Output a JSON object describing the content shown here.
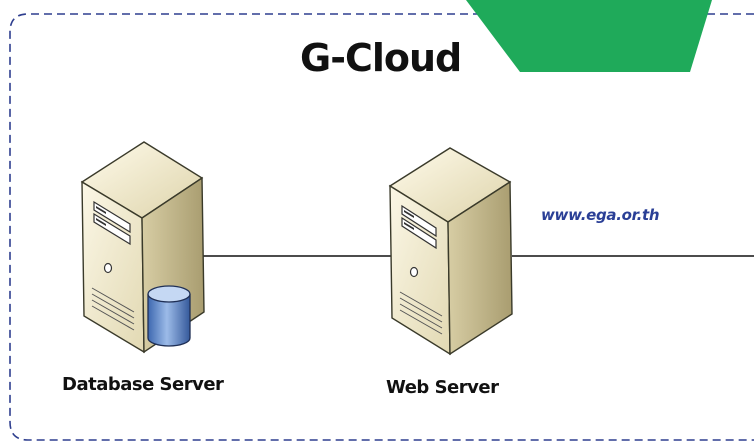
{
  "diagram": {
    "title": "G-Cloud",
    "nodes": {
      "database_server": {
        "label": "Database Server"
      },
      "web_server": {
        "label": "Web Server"
      }
    },
    "link_label": "www.ega.or.th"
  },
  "colors": {
    "frame_border": "#2f3f8f",
    "accent_green": "#1faa5a",
    "server_face": "#f4efd9",
    "server_shadow": "#c9bf95",
    "database_blue": "#5d86c8",
    "link_text": "#2a3f96"
  }
}
